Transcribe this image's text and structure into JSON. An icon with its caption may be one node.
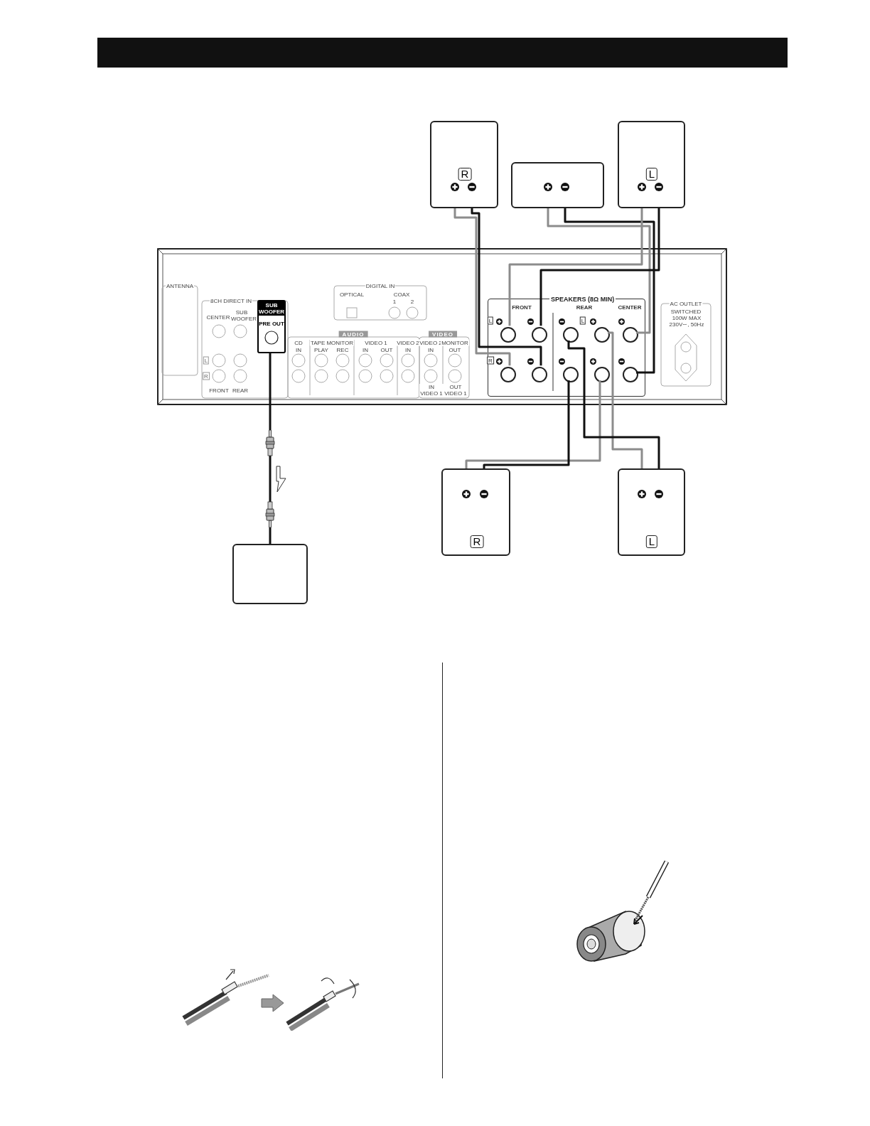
{
  "diagram": {
    "nodes": [
      {
        "text": [
          "R"
        ]
      },
      {
        "text": [],
        "shape": "box"
      },
      {
        "text": [
          "L"
        ]
      },
      {
        "text": [],
        "shape": "box"
      },
      {
        "text": [
          "SUB WOOFER",
          "PRE OUT"
        ],
        "in": 3
      },
      {
        "text": [
          "SPEAKERS (8Ω MIN)"
        ],
        "in": 3
      },
      {
        "text": [],
        "shape": "circle",
        "in": 5
      },
      {
        "text": [],
        "shape": "circle",
        "in": 5
      },
      {
        "text": [],
        "shape": "circle",
        "in": 5
      },
      {
        "text": [],
        "shape": "circle",
        "in": 5
      },
      {
        "text": [],
        "shape": "circle",
        "in": 5
      },
      {
        "text": [],
        "shape": "circle",
        "in": 5
      },
      {
        "text": [],
        "shape": "circle",
        "in": 5
      },
      {
        "text": [],
        "shape": "circle",
        "in": 5
      },
      {
        "text": [],
        "shape": "circle",
        "in": 5
      },
      {
        "text": [],
        "shape": "circle",
        "in": 5
      },
      {
        "text": [
          "R"
        ]
      },
      {
        "text": [
          "L"
        ]
      },
      {
        "text": [],
        "shape": "box"
      }
    ],
    "edges": [
      {
        "from": 0,
        "to": 11,
        "arrow": "none",
        "color": "#8c8c8c"
      },
      {
        "from": 0,
        "to": 12,
        "arrow": "none"
      },
      {
        "from": 1,
        "to": 10,
        "arrow": "none",
        "color": "#8c8c8c"
      },
      {
        "from": 1,
        "to": 15,
        "arrow": "none"
      },
      {
        "from": 2,
        "to": 6,
        "arrow": "none",
        "color": "#8c8c8c"
      },
      {
        "from": 2,
        "to": 7,
        "arrow": "none"
      },
      {
        "from": 16,
        "to": 14,
        "arrow": "none",
        "color": "#8c8c8c"
      },
      {
        "from": 16,
        "to": 13,
        "arrow": "none"
      },
      {
        "from": 17,
        "to": 9,
        "arrow": "none",
        "color": "#8c8c8c"
      },
      {
        "from": 17,
        "to": 8,
        "arrow": "none"
      },
      {
        "from": 4,
        "to": 18,
        "arrow": "none"
      }
    ],
    "labels": [
      "ANTENNA",
      "DIGITAL IN",
      "8CH DIRECT IN",
      "OPTICAL",
      "COAX",
      "1",
      "2",
      "FRONT",
      "REAR",
      "CENTER",
      "AC OUTLET",
      "SWITCHED",
      "100W MAX 230V∼, 50Hz",
      "CENTER",
      "SUB WOOFER",
      "AUDIO",
      "VIDEO",
      "CD",
      "TAPE MONITOR",
      "VIDEO 1",
      "VIDEO 2",
      "VIDEO 2",
      "MONITOR",
      "IN",
      "PLAY",
      "REC",
      "IN",
      "OUT",
      "IN",
      "IN",
      "OUT",
      "L",
      "R",
      "FRONT",
      "REAR",
      "IN VIDEO 1",
      "OUT VIDEO 1",
      "L",
      "R",
      "L"
    ]
  }
}
